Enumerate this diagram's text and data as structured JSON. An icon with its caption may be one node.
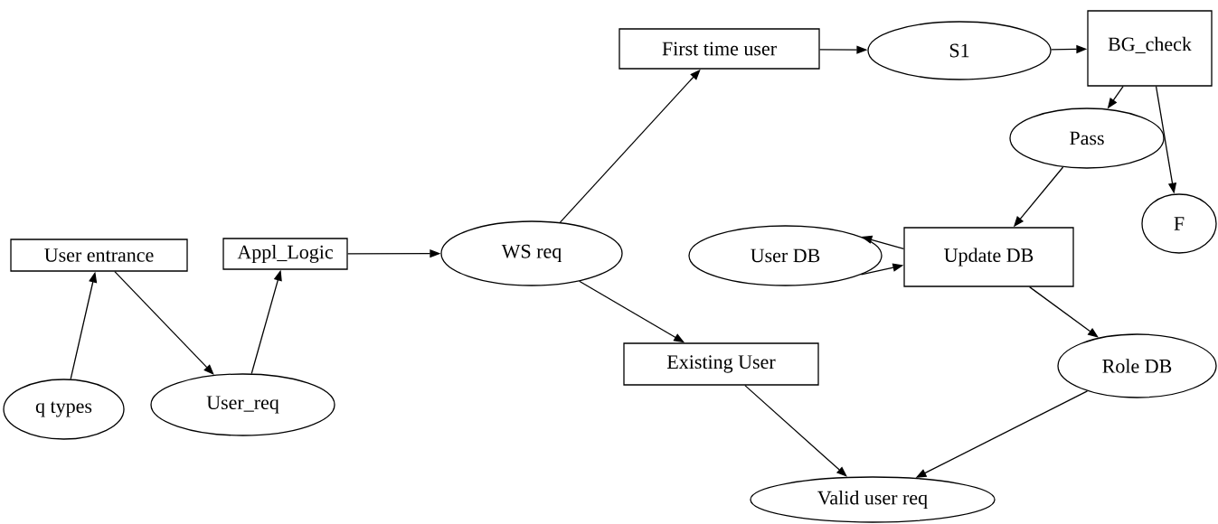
{
  "diagram": {
    "nodes": [
      {
        "text": [
          "User entrance"
        ]
      },
      {
        "text": [
          "Appl_Logic"
        ]
      },
      {
        "text": [
          "q  types"
        ]
      },
      {
        "text": [
          "User_req"
        ]
      },
      {
        "text": [
          "WS  req"
        ]
      },
      {
        "text": [
          "First time user"
        ]
      },
      {
        "text": [
          "S1"
        ]
      },
      {
        "text": [
          "BG_check"
        ]
      },
      {
        "text": [
          "Pass"
        ]
      },
      {
        "text": [
          "F"
        ]
      },
      {
        "text": [
          "User  DB"
        ]
      },
      {
        "text": [
          "Update DB"
        ]
      },
      {
        "text": [
          "Existing User"
        ]
      },
      {
        "text": [
          "Role  DB"
        ]
      },
      {
        "text": [
          "Valid user  req"
        ]
      }
    ],
    "edges": [
      {
        "from": 2,
        "to": 0,
        "arrow": "to"
      },
      {
        "from": 0,
        "to": 3,
        "arrow": "to"
      },
      {
        "from": 3,
        "to": 1,
        "arrow": "to"
      },
      {
        "from": 1,
        "to": 4,
        "arrow": "to"
      },
      {
        "from": 4,
        "to": 5,
        "arrow": "to"
      },
      {
        "from": 4,
        "to": 12,
        "arrow": "to"
      },
      {
        "from": 5,
        "to": 6,
        "arrow": "to"
      },
      {
        "from": 6,
        "to": 7,
        "arrow": "to"
      },
      {
        "from": 7,
        "to": 8,
        "arrow": "to"
      },
      {
        "from": 7,
        "to": 9,
        "arrow": "to"
      },
      {
        "from": 8,
        "to": 11,
        "arrow": "to"
      },
      {
        "from": 11,
        "to": 10,
        "arrow": "to"
      },
      {
        "from": 10,
        "to": 11,
        "arrow": "to"
      },
      {
        "from": 11,
        "to": 13,
        "arrow": "to"
      },
      {
        "from": 12,
        "to": 14,
        "arrow": "to"
      },
      {
        "from": 13,
        "to": 14,
        "arrow": "to"
      }
    ]
  }
}
